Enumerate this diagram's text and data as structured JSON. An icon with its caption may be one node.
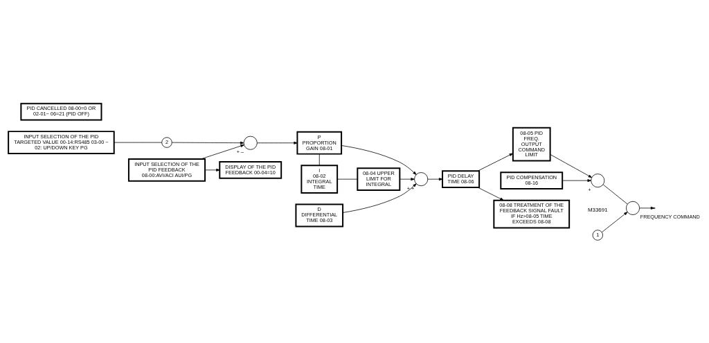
{
  "diagram": {
    "nodes": [
      {
        "text": [
          "INPUT SELECTION OF THE PID TARGETED VALUE 00-14:RS485 03-00 ~ 02: UP/DOWN KEY PG"
        ]
      },
      {
        "text": [
          "1"
        ]
      },
      {
        "text": [
          "2"
        ]
      },
      {
        "text": [
          "PID CANCELLED 08-00=0 OR 02-01~ 06=21 (PID OFF)"
        ]
      },
      {
        "text": [],
        "shape": "circle",
        "beside": [
          "+",
          "–"
        ]
      },
      {
        "text": [
          "P",
          "PROPORTION GAIN 08-01"
        ]
      },
      {
        "text": [
          "D",
          "DIFFERENTIAL TIME 08-03"
        ]
      },
      {
        "text": [
          "I",
          "08-02 INTEGRAL TIME"
        ]
      },
      {
        "text": [
          "08-04 UPPER LIMIT FOR INTEGRAL"
        ]
      },
      {
        "text": [],
        "shape": "circle",
        "beside": [
          "+",
          "+"
        ]
      },
      {
        "text": [
          "DISPLAY OF THE PID FEEDBACK 00-04=10"
        ]
      },
      {
        "text": [
          "INPUT SELECTION OF THE PID FEEDBACK 08-00:AVI/ACI AUI/PG"
        ]
      },
      {
        "text": [
          "PID DELAY TIME 08-06"
        ]
      },
      {
        "text": [
          "08-08 TREATMENT OF THE FEEDBACK SIGNAL FAULT IF Hz>08-05 TIME EXCEEDS 08-08"
        ]
      },
      {
        "text": [
          "08-05 PID FREQ. OUTPUT COMMAND LIMIT"
        ]
      },
      {
        "text": [
          "PID COMPENSATION 08-16"
        ]
      },
      {
        "text": [],
        "shape": "circle",
        "beside": [
          "+"
        ]
      },
      {
        "text": [],
        "shape": "circle",
        "beside": [
          "FREQUENCY COMMAND"
        ]
      }
    ],
    "edges": [
      {
        "from": 0,
        "to": 2,
        "arrow": "none"
      },
      {
        "from": 1,
        "to": 17,
        "arrow": "to"
      },
      {
        "from": 2,
        "to": 4,
        "arrow": "to"
      },
      {
        "from": 4,
        "to": 5,
        "arrow": "to"
      },
      {
        "from": 5,
        "to": 9,
        "arrow": "to"
      },
      {
        "from": 5,
        "to": 7,
        "arrow": "none"
      },
      {
        "from": 7,
        "to": 8,
        "arrow": "none"
      },
      {
        "from": 8,
        "to": 9,
        "arrow": "to"
      },
      {
        "from": 6,
        "to": 9,
        "arrow": "to"
      },
      {
        "from": 9,
        "to": 12,
        "arrow": "to"
      },
      {
        "from": 11,
        "to": 4,
        "arrow": "to"
      },
      {
        "from": 11,
        "to": 10,
        "arrow": "to"
      },
      {
        "from": 12,
        "to": 14,
        "arrow": "to"
      },
      {
        "from": 12,
        "to": 13,
        "arrow": "to"
      },
      {
        "from": 14,
        "to": 16,
        "arrow": "to"
      },
      {
        "from": 15,
        "to": 16,
        "arrow": "to"
      },
      {
        "from": 16,
        "to": 17,
        "arrow": "none"
      },
      {
        "from": 17,
        "to": null,
        "arrow": "to"
      }
    ],
    "labels": [
      "M33691"
    ]
  }
}
